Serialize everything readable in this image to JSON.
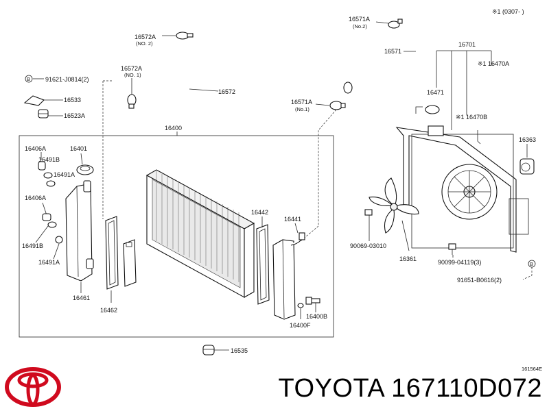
{
  "header": {
    "note": "※1 (0307-    )"
  },
  "diagram": {
    "labels": [
      "16571A",
      "(No.2)",
      "16571",
      "16701",
      "※1 16470A",
      "16572A",
      "(NO. 2)",
      "16572A",
      "(NO. 1)",
      "16572",
      "91621-J0814(2)",
      "16533",
      "16523A",
      "16571A",
      "(No.1)",
      "16471",
      "※1 16470B",
      "16363",
      "16400",
      "16406A",
      "16401",
      "16491B",
      "16491A",
      "16406A",
      "16491B",
      "16491A",
      "16461",
      "16462",
      "16442",
      "16441",
      "16400B",
      "16400F",
      "90069-03010",
      "16361",
      "90099-04119(3)",
      "91651-B0616(2)",
      "16535",
      "161564E"
    ],
    "callout_markers": [
      "B",
      "B"
    ]
  },
  "footer": {
    "brand": "TOYOTA 167110D072",
    "logo_icon": "toyota-logo-icon"
  }
}
